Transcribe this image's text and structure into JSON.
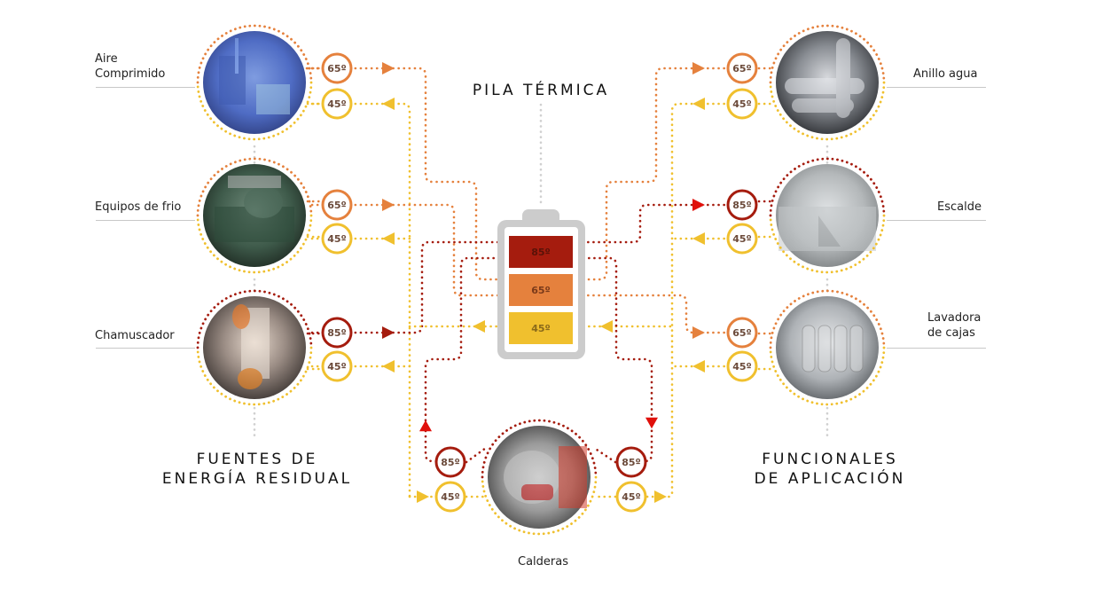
{
  "titles": {
    "center": "PILA TÉRMICA",
    "left": [
      "FUENTES DE",
      "ENERGÍA RESIDUAL"
    ],
    "right": [
      "FUNCIONALES",
      "DE APLICACIÓN"
    ]
  },
  "colors": {
    "t85": "#a51c0e",
    "t65": "#e5813d",
    "t45": "#f0c02e",
    "arrow85": "#e0100b",
    "battery_frame": "#cccccc",
    "connector_gray": "#d0d0d0"
  },
  "battery": {
    "levels": [
      {
        "label": "85º",
        "color": "#a51c0e",
        "text_color": "#5a1208"
      },
      {
        "label": "65º",
        "color": "#e5813d",
        "text_color": "#7a3a1a"
      },
      {
        "label": "45º",
        "color": "#f0c02e",
        "text_color": "#8a6a1a"
      }
    ]
  },
  "sources": [
    {
      "name": "Aire Comprimido",
      "lines": [
        "Aire",
        "Comprimido"
      ],
      "out_temp": "65º",
      "in_temp": "45º",
      "photo": "compressed-air-machinery"
    },
    {
      "name": "Equipos de frio",
      "lines": [
        "Equipos de frio"
      ],
      "out_temp": "65º",
      "in_temp": "45º",
      "photo": "refrigeration-equipment"
    },
    {
      "name": "Chamuscador",
      "lines": [
        "Chamuscador"
      ],
      "out_temp": "85º",
      "in_temp": "45º",
      "photo": "singeing-furnace"
    }
  ],
  "consumers": [
    {
      "name": "Anillo agua",
      "lines": [
        "Anillo agua"
      ],
      "in_temp": "65º",
      "out_temp": "45º",
      "photo": "water-ring-pipes"
    },
    {
      "name": "Escalde",
      "lines": [
        "Escalde"
      ],
      "in_temp": "85º",
      "out_temp": "45º",
      "photo": "scalding-tank"
    },
    {
      "name": "Lavadora de cajas",
      "lines": [
        "Lavadora",
        "de cajas"
      ],
      "in_temp": "65º",
      "out_temp": "45º",
      "photo": "crate-washer"
    }
  ],
  "boiler": {
    "name": "Calderas",
    "left": {
      "hot_temp": "85º",
      "cold_temp": "45º"
    },
    "right": {
      "hot_temp": "85º",
      "cold_temp": "45º"
    },
    "photo": "industrial-boiler"
  }
}
